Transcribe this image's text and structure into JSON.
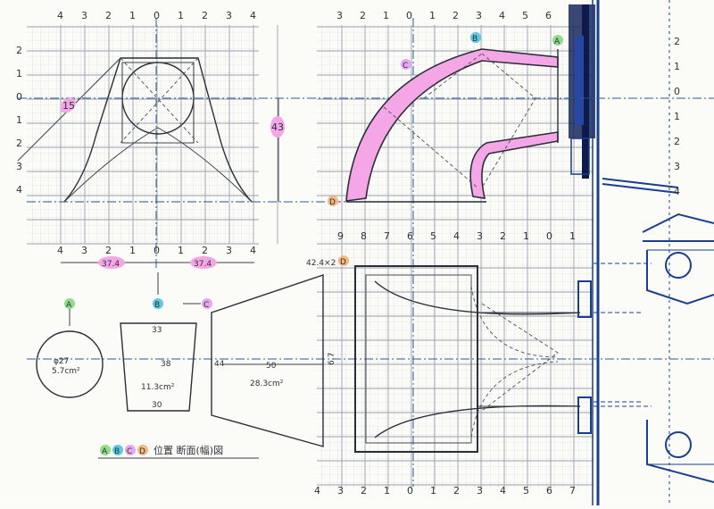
{
  "top_left_scale": [
    "4",
    "3",
    "2",
    "1",
    "0",
    "1",
    "2",
    "3",
    "4"
  ],
  "top_left_left_scale": [
    "2",
    "1",
    "0",
    "1",
    "2",
    "3",
    "4"
  ],
  "top_right_scale": [
    "3",
    "2",
    "1",
    "0",
    "1",
    "2",
    "3",
    "4",
    "5",
    "6"
  ],
  "mid_scale": [
    "9",
    "8",
    "7",
    "6",
    "5",
    "4",
    "3",
    "2",
    "1",
    "0",
    "1"
  ],
  "bottom_scale": [
    "4",
    "3",
    "2",
    "1",
    "0",
    "1",
    "2",
    "3",
    "4",
    "5",
    "6",
    "7"
  ],
  "side_scale": [
    "2",
    "1",
    "0",
    "1",
    "2",
    "3",
    "4"
  ],
  "dim_diag": "15",
  "dim_height": "43",
  "dim_width_left": "37.4",
  "dim_width_right": "37.4",
  "dim_mid_h": "42.4×2",
  "dim_right_h": "6.7",
  "markers": {
    "A": "A",
    "B": "B",
    "C": "C",
    "D": "D"
  },
  "section_A": {
    "dia": "φ27",
    "area": "5.7cm²"
  },
  "section_B": {
    "top": "33",
    "side": "38",
    "area": "11.3cm²",
    "bottom": "30"
  },
  "section_C": {
    "left": "44",
    "width": "50",
    "area": "28.3cm²"
  },
  "legend": {
    "A": "A",
    "B": "B",
    "C": "C",
    "D": "D",
    "title": "位置 断面(幅)図"
  },
  "colors": {
    "highlight": "#f4a6e6",
    "ink": "#2b2f38",
    "blue": "#1a3f8c",
    "marker_A": "#8fdc8a",
    "marker_B": "#5ec9e0",
    "marker_C": "#e9a6ef",
    "marker_D": "#f5b880"
  }
}
